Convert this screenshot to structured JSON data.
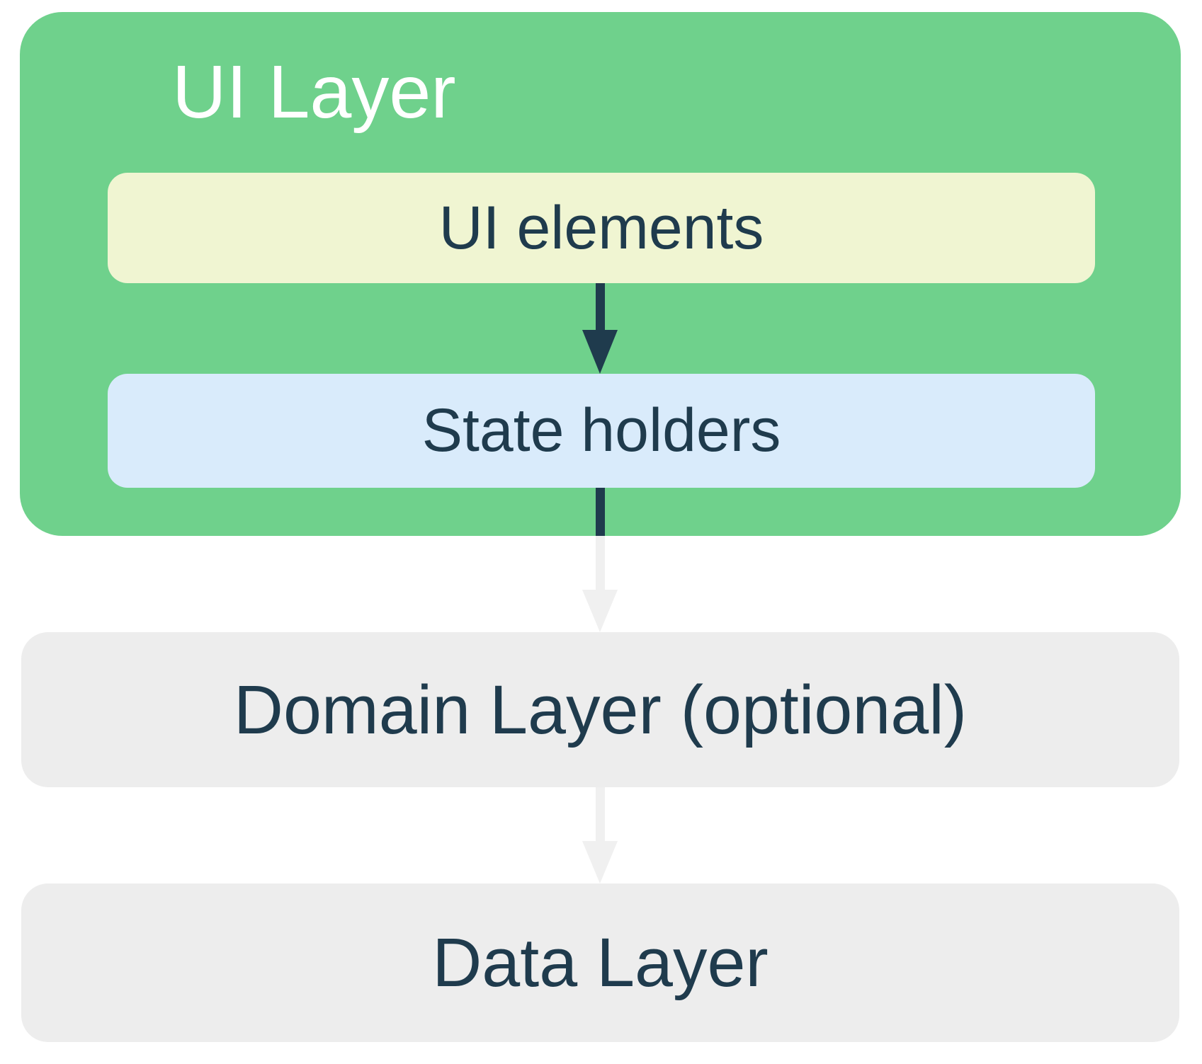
{
  "colors": {
    "green": "#6FD18C",
    "yellow": "#F0F5D2",
    "blue": "#D9EBFB",
    "gray": "#EDEDED",
    "arrow-dark": "#1F3B4D",
    "arrow-light": "#F0F0F0",
    "text-dark": "#1F3B4D",
    "text-light": "#FFFFFF"
  },
  "diagram": {
    "ui_layer": {
      "title": "UI Layer",
      "boxes": [
        {
          "label": "UI elements"
        },
        {
          "label": "State holders"
        }
      ]
    },
    "domain_layer": {
      "label": "Domain Layer (optional)"
    },
    "data_layer": {
      "label": "Data Layer"
    },
    "connections": [
      {
        "from": "UI elements",
        "to": "State holders",
        "style": "dark"
      },
      {
        "from": "State holders",
        "to": "Domain Layer (optional)",
        "style": "dark-to-light"
      },
      {
        "from": "Domain Layer (optional)",
        "to": "Data Layer",
        "style": "light"
      }
    ]
  }
}
